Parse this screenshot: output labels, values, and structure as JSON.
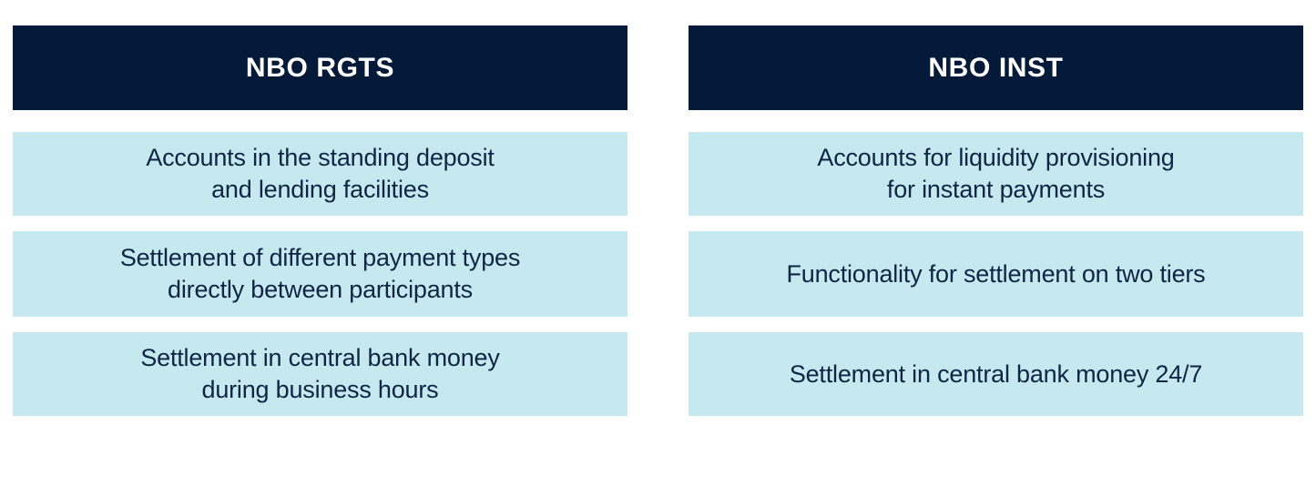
{
  "colors": {
    "header_bg": "#041a38",
    "header_text": "#ffffff",
    "cell_bg": "#c6e8ef",
    "cell_text": "#0e2546"
  },
  "columns": [
    {
      "header": "NBO RGTS",
      "rows": [
        {
          "text": "Accounts in the standing deposit\nand lending facilities"
        },
        {
          "text": "Settlement of different payment types\ndirectly between participants"
        },
        {
          "text": "Settlement in central bank money\nduring business hours"
        }
      ]
    },
    {
      "header": "NBO INST",
      "rows": [
        {
          "text": "Accounts for liquidity provisioning\nfor instant payments"
        },
        {
          "text": "Functionality for settlement on two tiers"
        },
        {
          "text": "Settlement in central bank money 24/7"
        }
      ]
    }
  ]
}
